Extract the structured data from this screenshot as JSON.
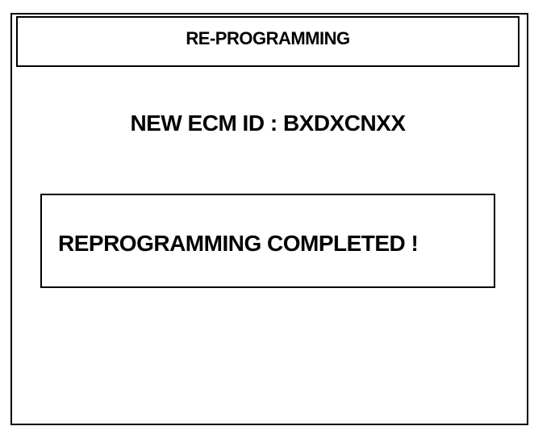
{
  "screen": {
    "title": "RE-PROGRAMMING",
    "ecm_id_line": "NEW ECM ID : BXDXCNXX",
    "message": "REPROGRAMMING COMPLETED !"
  },
  "colors": {
    "background": "#ffffff",
    "foreground": "#000000"
  }
}
